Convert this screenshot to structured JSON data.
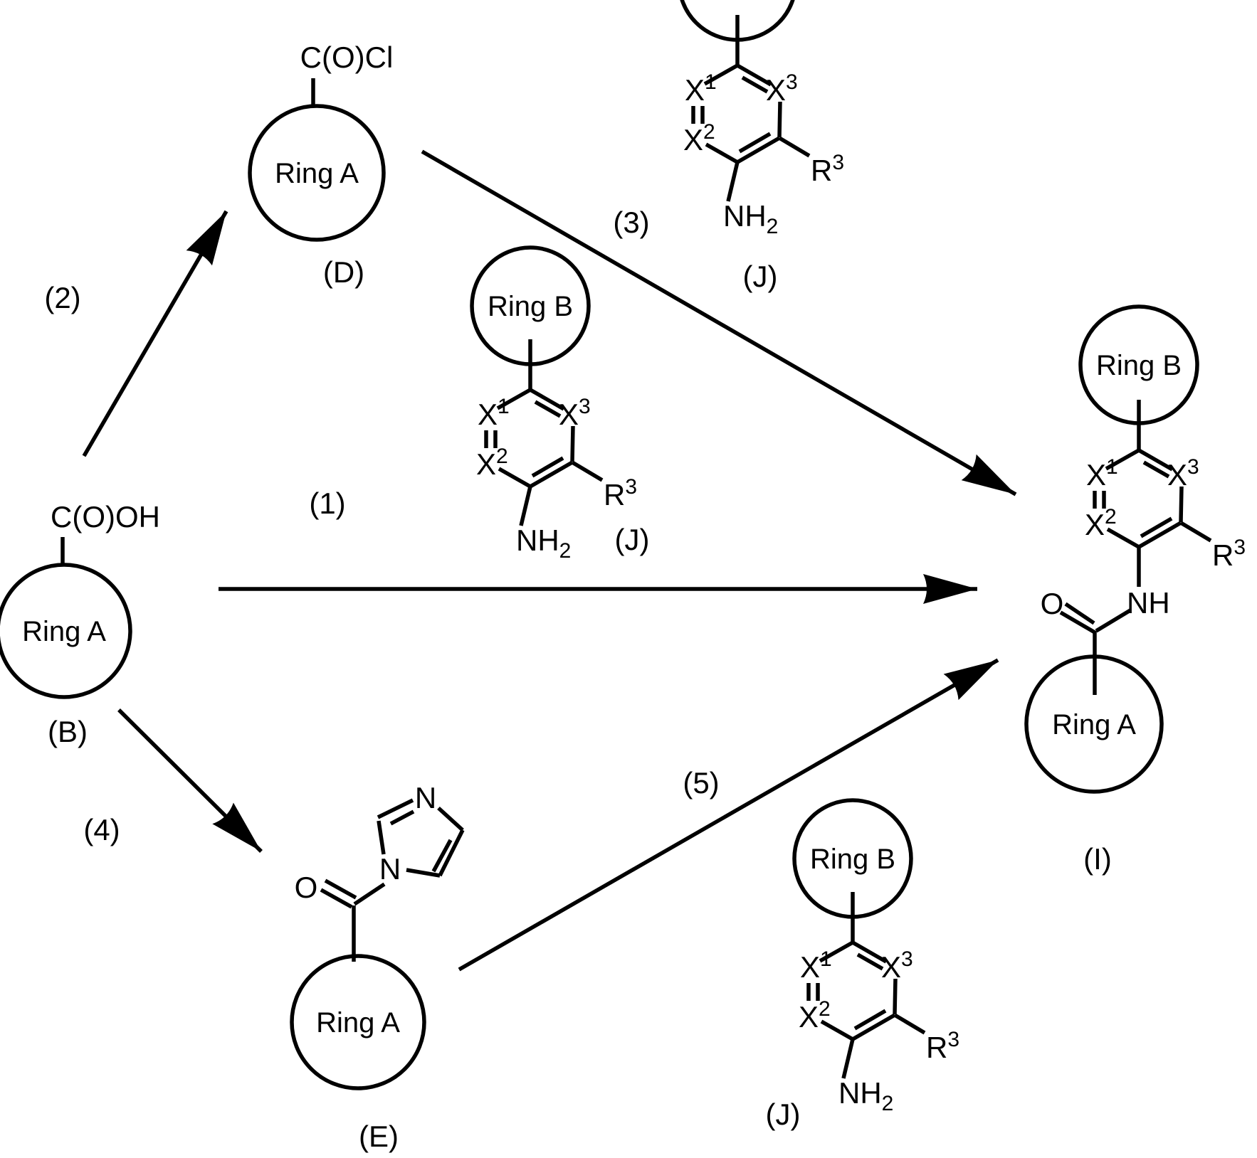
{
  "colors": {
    "line": "#000000",
    "background": "#ffffff"
  },
  "steps": {
    "s1": "(1)",
    "s2": "(2)",
    "s3": "(3)",
    "s4": "(4)",
    "s5": "(5)"
  },
  "rings": {
    "ring_a": "Ring A",
    "ring_b": "Ring B"
  },
  "atoms": {
    "x1": {
      "base": "X",
      "sup": "1"
    },
    "x2": {
      "base": "X",
      "sup": "2"
    },
    "x3": {
      "base": "X",
      "sup": "3"
    },
    "r3": {
      "base": "R",
      "sup": "3"
    },
    "nh2": {
      "base": "NH",
      "sub": "2"
    },
    "nh": "NH",
    "o": "O",
    "n": "N"
  },
  "compounds": {
    "b": {
      "substituent": "C(O)OH",
      "tag": "(B)"
    },
    "d": {
      "substituent": "C(O)Cl",
      "tag": "(D)"
    },
    "e": {
      "tag": "(E)"
    },
    "i": {
      "tag": "(I)"
    },
    "j": {
      "tag": "(J)"
    }
  }
}
